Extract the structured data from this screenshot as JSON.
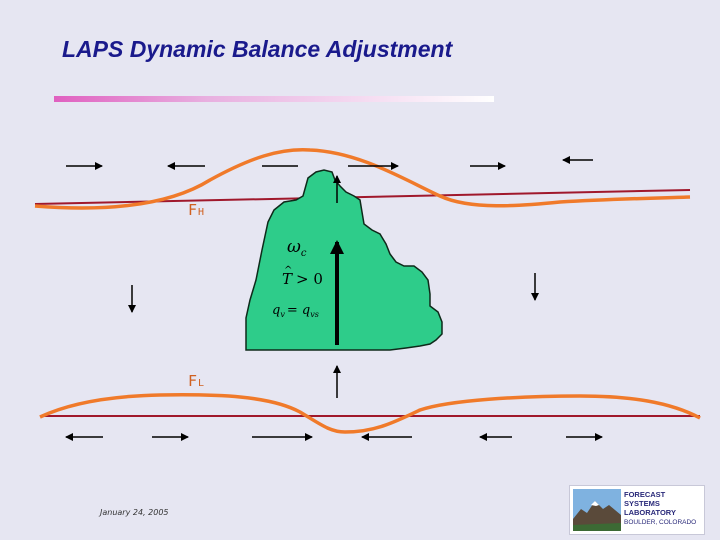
{
  "title": "LAPS Dynamic Balance Adjustment",
  "labels": {
    "upper_level": "F",
    "upper_level_sub": "H",
    "lower_level": "F",
    "lower_level_sub": "L"
  },
  "cloud_equations": {
    "omega_c": "ω",
    "omega_c_sub": "c",
    "t_hat_gt_zero": "> 0",
    "t_hat": "T",
    "q_v": "q",
    "q_v_sub": "v",
    "q_vs_eq": "=  q",
    "q_vs_sub": "vs"
  },
  "footer": {
    "date": "January 24, 2005"
  },
  "logo": {
    "line1": "FORECAST",
    "line2": "SYSTEMS",
    "line3": "LABORATORY",
    "line4": "BOULDER, COLORADO"
  },
  "colors": {
    "title": "#1a1a8c",
    "wave": "#f07a2a",
    "level_line": "#a0182c",
    "cloud": "#2ecc8a",
    "label": "#d06020"
  }
}
